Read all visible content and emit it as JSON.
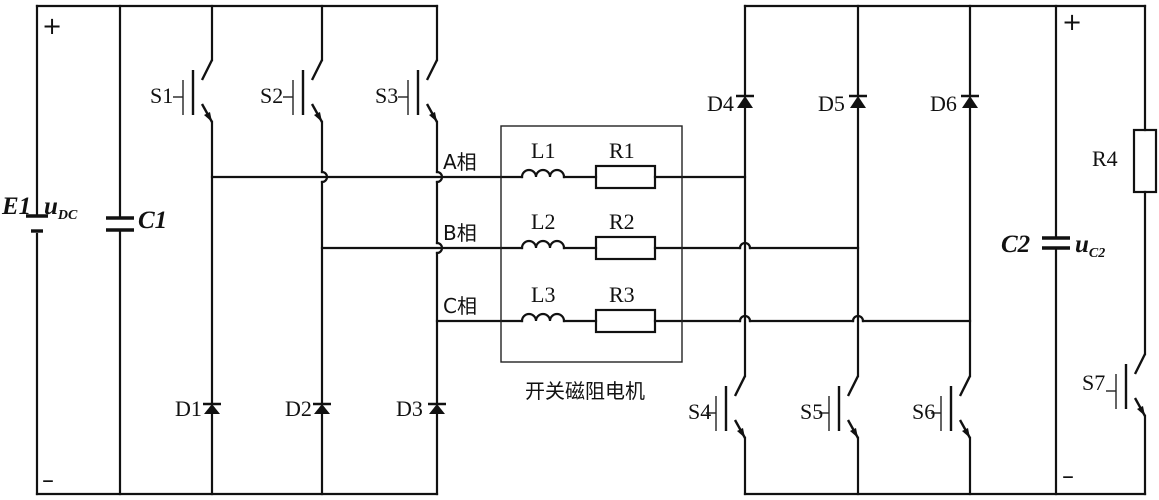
{
  "source": {
    "name": "E1",
    "voltage_var": "u",
    "voltage_sub": "DC",
    "plus": "+",
    "minus": "–"
  },
  "input_capacitor": {
    "name": "C1"
  },
  "upper_switches": [
    "S1",
    "S2",
    "S3"
  ],
  "lower_diodes": [
    "D1",
    "D2",
    "D3"
  ],
  "phases": [
    {
      "label": "A相",
      "inductor": "L1",
      "resistor": "R1"
    },
    {
      "label": "B相",
      "inductor": "L2",
      "resistor": "R2"
    },
    {
      "label": "C相",
      "inductor": "L3",
      "resistor": "R3"
    }
  ],
  "motor_label": "开关磁阻电机",
  "upper_diodes": [
    "D4",
    "D5",
    "D6"
  ],
  "lower_switches": [
    "S4",
    "S5",
    "S6"
  ],
  "output_capacitor": {
    "name": "C2",
    "voltage_var": "u",
    "voltage_sub": "C2",
    "plus": "+",
    "minus": "–"
  },
  "load_resistor": {
    "name": "R4"
  },
  "output_switch": {
    "name": "S7"
  }
}
